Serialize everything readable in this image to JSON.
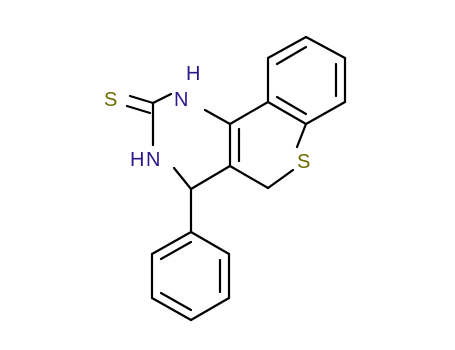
{
  "molecule": {
    "atoms": {
      "thione_s": {
        "symbol": "S",
        "color": "#6B6B00"
      },
      "ring_s": {
        "symbol": "S",
        "color": "#6B6B00"
      },
      "n1": {
        "symbol": "N",
        "h": "H",
        "color": "#2A1A8C"
      },
      "n3": {
        "symbol": "N",
        "h": "H",
        "color": "#2A1A8C"
      }
    },
    "bond_color": "#000000",
    "background": "#ffffff"
  }
}
